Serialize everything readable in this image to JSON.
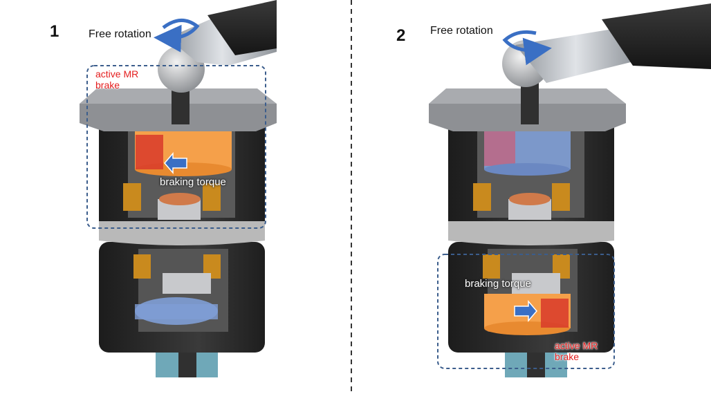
{
  "panels": [
    {
      "number": "1",
      "rotation_label": "Free rotation",
      "active_label": "active MR brake",
      "torque_label": "braking torque",
      "active_brake": "upper"
    },
    {
      "number": "2",
      "rotation_label": "Free rotation",
      "active_label": "active MR brake",
      "torque_label": "braking torque",
      "active_brake": "lower"
    }
  ],
  "colors": {
    "housing": "#2b2b2b",
    "plate": "#8e9094",
    "ring": "#b9b9b9",
    "active_disc": "#f5a04a",
    "inactive_disc": "#7f9ed6",
    "rotor_red": "#d83a2a",
    "magnet": "#c98a1e",
    "arm": "#202020",
    "arrow": "#3a6fc4",
    "dashed_box": "#3b5d8c",
    "label_red": "#e41d1d"
  },
  "icons": [
    "rotation-arrow-icon",
    "torque-arrow-icon",
    "knob-icon"
  ]
}
